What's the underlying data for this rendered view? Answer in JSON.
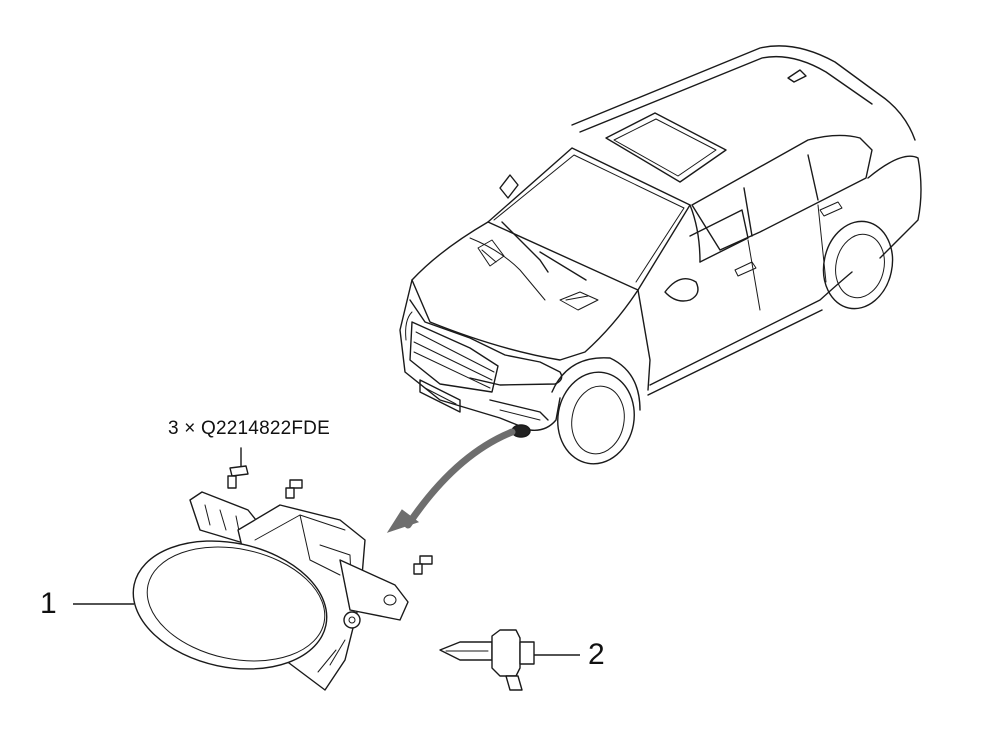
{
  "diagram": {
    "callouts": [
      {
        "id": "fog-lamp-assembly",
        "label": "1"
      },
      {
        "id": "fog-lamp-bulb",
        "label": "2"
      }
    ],
    "fastener_note": "3 × Q2214822FDE",
    "colors": {
      "line": "#1a1a1a",
      "arrow_fill": "#6e6e6e",
      "lens_fill": "#ffffff"
    }
  }
}
